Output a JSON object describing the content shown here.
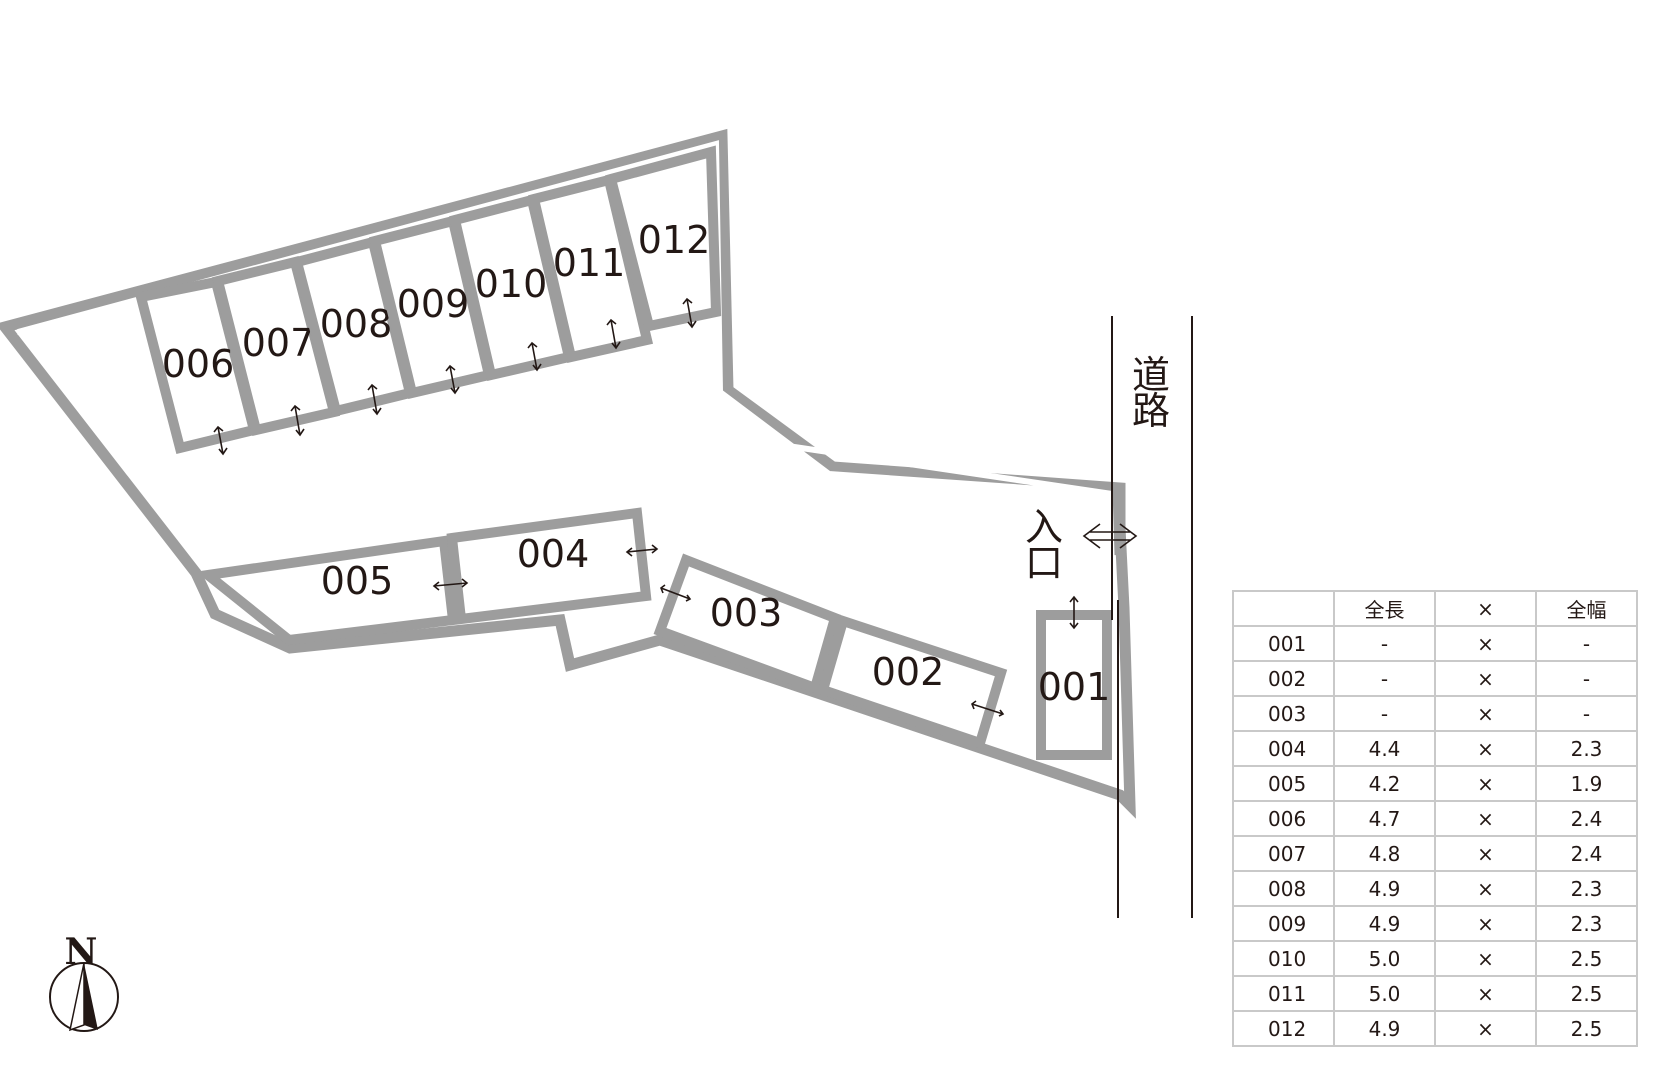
{
  "road_label": "道路",
  "entrance_label": "入口",
  "compass_label": "N",
  "stalls": [
    {
      "id": "001"
    },
    {
      "id": "002"
    },
    {
      "id": "003"
    },
    {
      "id": "004"
    },
    {
      "id": "005"
    },
    {
      "id": "006"
    },
    {
      "id": "007"
    },
    {
      "id": "008"
    },
    {
      "id": "009"
    },
    {
      "id": "010"
    },
    {
      "id": "011"
    },
    {
      "id": "012"
    }
  ],
  "table": {
    "headers": [
      "",
      "全長",
      "×",
      "全幅"
    ],
    "rows": [
      [
        "001",
        "-",
        "×",
        "-"
      ],
      [
        "002",
        "-",
        "×",
        "-"
      ],
      [
        "003",
        "-",
        "×",
        "-"
      ],
      [
        "004",
        "4.4",
        "×",
        "2.3"
      ],
      [
        "005",
        "4.2",
        "×",
        "1.9"
      ],
      [
        "006",
        "4.7",
        "×",
        "2.4"
      ],
      [
        "007",
        "4.8",
        "×",
        "2.4"
      ],
      [
        "008",
        "4.9",
        "×",
        "2.3"
      ],
      [
        "009",
        "4.9",
        "×",
        "2.3"
      ],
      [
        "010",
        "5.0",
        "×",
        "2.5"
      ],
      [
        "011",
        "5.0",
        "×",
        "2.5"
      ],
      [
        "012",
        "4.9",
        "×",
        "2.5"
      ]
    ]
  }
}
